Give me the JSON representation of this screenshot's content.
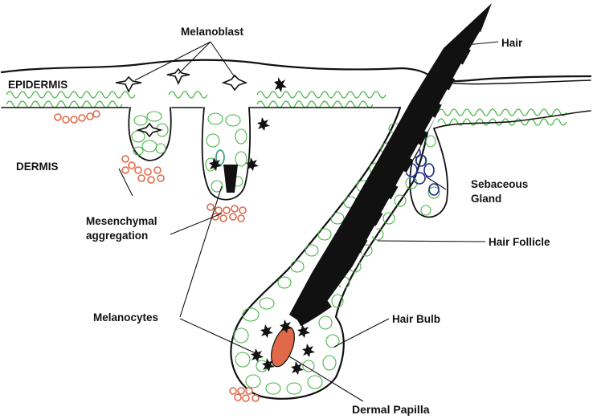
{
  "labels": {
    "melanoblast": "Melanoblast",
    "epidermis": "EPIDERMIS",
    "dermis": "DERMIS",
    "hair": "Hair",
    "sebaceous_line1": "Sebaceous",
    "sebaceous_line2": "Gland",
    "hair_follicle": "Hair Follicle",
    "mesenchymal_line1": "Mesenchymal",
    "mesenchymal_line2": "aggregation",
    "melanocytes": "Melanocytes",
    "hair_bulb": "Hair Bulb",
    "dermal_papilla": "Dermal Papilla"
  },
  "colors": {
    "tissue_cells": "#49b548",
    "outline": "#111111",
    "mesenchymal_cells": "#e0694a",
    "dermal_papilla": "#e0694a",
    "sebaceous_cells": "#1f2a8a",
    "melanocyte": "#111111"
  }
}
